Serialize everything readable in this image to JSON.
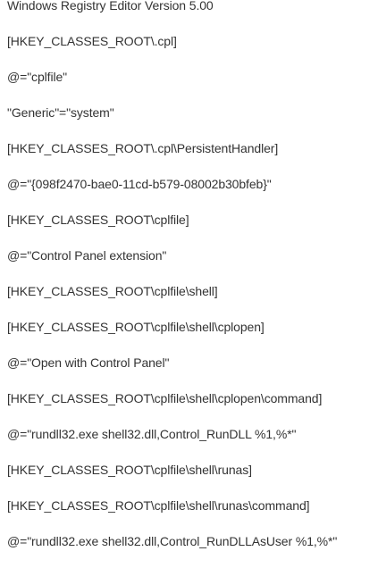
{
  "document": {
    "lines": [
      "Windows Registry Editor Version 5.00",
      "[HKEY_CLASSES_ROOT\\.cpl]",
      "@=\"cplfile\"",
      "\"Generic\"=\"system\"",
      "[HKEY_CLASSES_ROOT\\.cpl\\PersistentHandler]",
      "@=\"{098f2470-bae0-11cd-b579-08002b30bfeb}\"",
      "[HKEY_CLASSES_ROOT\\cplfile]",
      "@=\"Control Panel extension\"",
      "[HKEY_CLASSES_ROOT\\cplfile\\shell]",
      "[HKEY_CLASSES_ROOT\\cplfile\\shell\\cplopen]",
      "@=\"Open with Control Panel\"",
      "[HKEY_CLASSES_ROOT\\cplfile\\shell\\cplopen\\command]",
      "@=\"rundll32.exe shell32.dll,Control_RunDLL %1,%*\"",
      "[HKEY_CLASSES_ROOT\\cplfile\\shell\\runas]",
      "[HKEY_CLASSES_ROOT\\cplfile\\shell\\runas\\command]",
      "@=\"rundll32.exe shell32.dll,Control_RunDLLAsUser %1,%*\""
    ]
  }
}
